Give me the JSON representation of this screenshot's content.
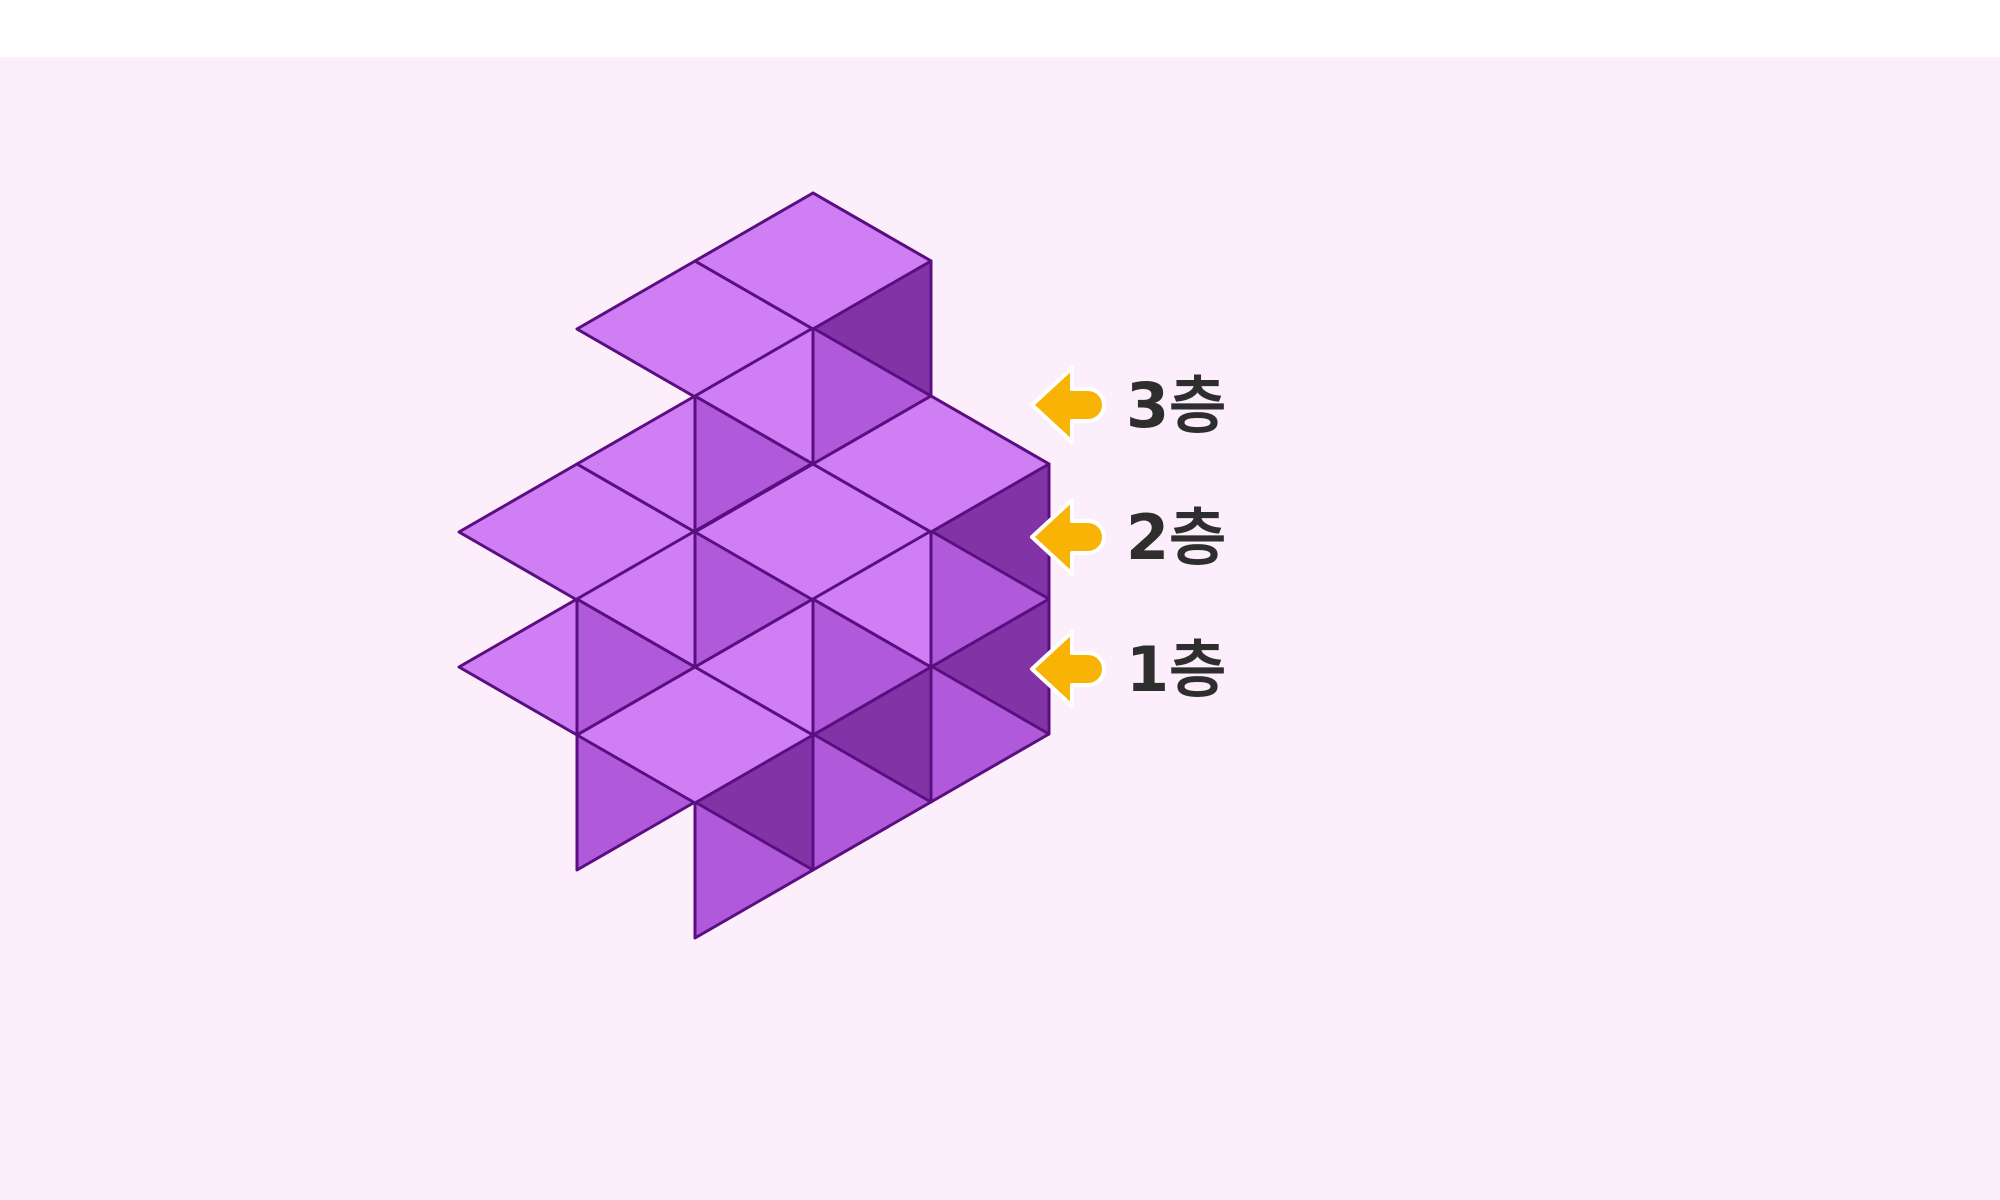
{
  "colors": {
    "page_background": "#fdeefc",
    "cube_top": "#cf7ef3",
    "cube_front": "#b05adb",
    "cube_side": "#8234a7",
    "cube_edge": "#5a0f80",
    "arrow_fill": "#f9b304",
    "label_text": "#2e2e2e"
  },
  "structure": {
    "description_type": "stacked unit cubes (isometric)",
    "columns": [
      {
        "front_row": 1,
        "back_row": 2
      },
      {
        "front_row": 2,
        "back_row": 3
      },
      {
        "front_row": 2,
        "back_row": 3
      }
    ]
  },
  "layer_labels": [
    {
      "id": "layer-3",
      "text": "3층",
      "icon": "arrow-left-icon"
    },
    {
      "id": "layer-2",
      "text": "2층",
      "icon": "arrow-left-icon"
    },
    {
      "id": "layer-1",
      "text": "1층",
      "icon": "arrow-left-icon"
    }
  ]
}
